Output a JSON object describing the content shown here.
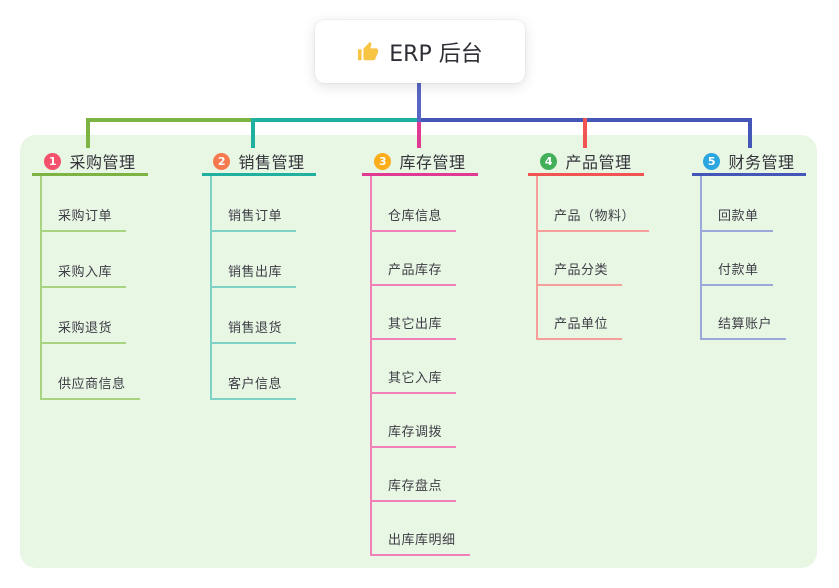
{
  "page": {
    "background": "#ffffff",
    "panel_background": "#e8f6e4"
  },
  "root": {
    "icon": "thumbs-up-icon",
    "icon_color": "#f7c443",
    "label": "ERP 后台",
    "connector_color": "#5a67c4"
  },
  "branches": [
    {
      "number": "1",
      "label": "采购管理",
      "badge_color": "#f4516c",
      "line_color": "#7cb342",
      "child_line_color": "#a9d47f",
      "children": [
        "采购订单",
        "采购入库",
        "采购退货",
        "供应商信息"
      ]
    },
    {
      "number": "2",
      "label": "销售管理",
      "badge_color": "#f6794f",
      "line_color": "#1fb0a0",
      "child_line_color": "#7fd0c6",
      "children": [
        "销售订单",
        "销售出库",
        "销售退货",
        "客户信息"
      ]
    },
    {
      "number": "3",
      "label": "库存管理",
      "badge_color": "#fbad1a",
      "line_color": "#e03a95",
      "child_line_color": "#f07fba",
      "children": [
        "仓库信息",
        "产品库存",
        "其它出库",
        "其它入库",
        "库存调拨",
        "库存盘点",
        "出库库明细"
      ]
    },
    {
      "number": "4",
      "label": "产品管理",
      "badge_color": "#41b058",
      "line_color": "#f05553",
      "child_line_color": "#f7a09b",
      "children": [
        "产品（物料）",
        "产品分类",
        "产品单位"
      ]
    },
    {
      "number": "5",
      "label": "财务管理",
      "badge_color": "#2ba6e0",
      "line_color": "#4456b7",
      "child_line_color": "#9ba9da",
      "children": [
        "回款单",
        "付款单",
        "结算账户"
      ]
    }
  ]
}
